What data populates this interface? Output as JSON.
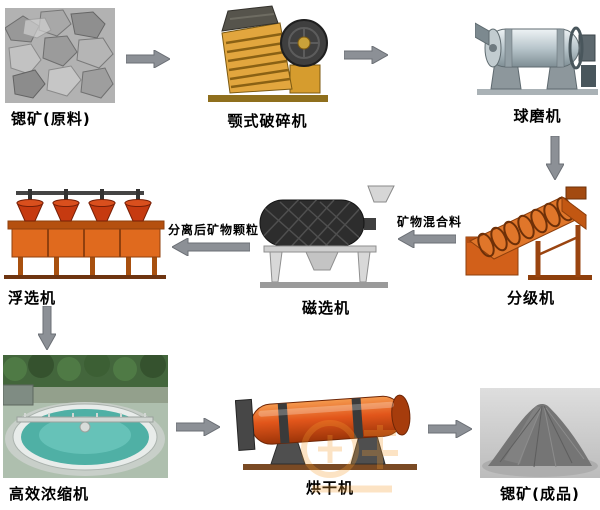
{
  "nodes": {
    "raw_ore": {
      "label": "锶矿(原料)"
    },
    "jaw_crusher": {
      "label": "颚式破碎机"
    },
    "ball_mill": {
      "label": "球磨机"
    },
    "classifier": {
      "label": "分级机"
    },
    "magnetic_separator": {
      "label": "磁选机"
    },
    "flotation": {
      "label": "浮选机"
    },
    "thickener": {
      "label": "高效浓缩机"
    },
    "dryer": {
      "label": "烘干机"
    },
    "product": {
      "label": "锶矿(成品)"
    }
  },
  "edges": {
    "mixture_label": "矿物混合料",
    "separated_label": "分离后矿物颗粒"
  },
  "colors": {
    "label_text": "#000000",
    "arrow": "#8c9096",
    "machine_orange": "#e06a1e",
    "watermark_orange": "#f59d2f"
  }
}
